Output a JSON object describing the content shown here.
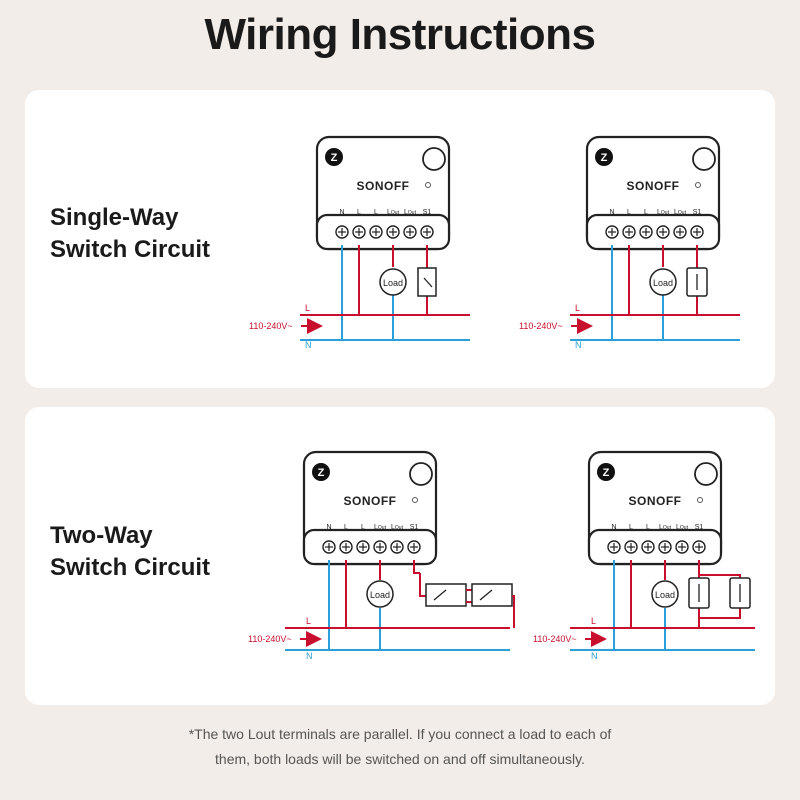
{
  "title": "Wiring Instructions",
  "sections": [
    {
      "line1": "Single-Way",
      "line2": "Switch Circuit"
    },
    {
      "line1": "Two-Way",
      "line2": "Switch Circuit"
    }
  ],
  "device": {
    "brand": "SONOFF",
    "badge": "Z",
    "terminals": [
      "N",
      "L",
      "L",
      "L",
      "L",
      "S1"
    ],
    "terminal_sub": "Out"
  },
  "circuit": {
    "voltage": "110-240V~",
    "line_label": "L",
    "neutral_label": "N",
    "load_label": "Load"
  },
  "colors": {
    "line": "#c8102e",
    "neutral": "#2a9fd8",
    "device_border": "#222222",
    "panel": "#ffffff",
    "background": "#f2ede8"
  },
  "footnote": {
    "line1": "*The two Lout terminals are parallel. If you connect a load to each of",
    "line2": "them, both loads will be switched on and off simultaneously."
  }
}
